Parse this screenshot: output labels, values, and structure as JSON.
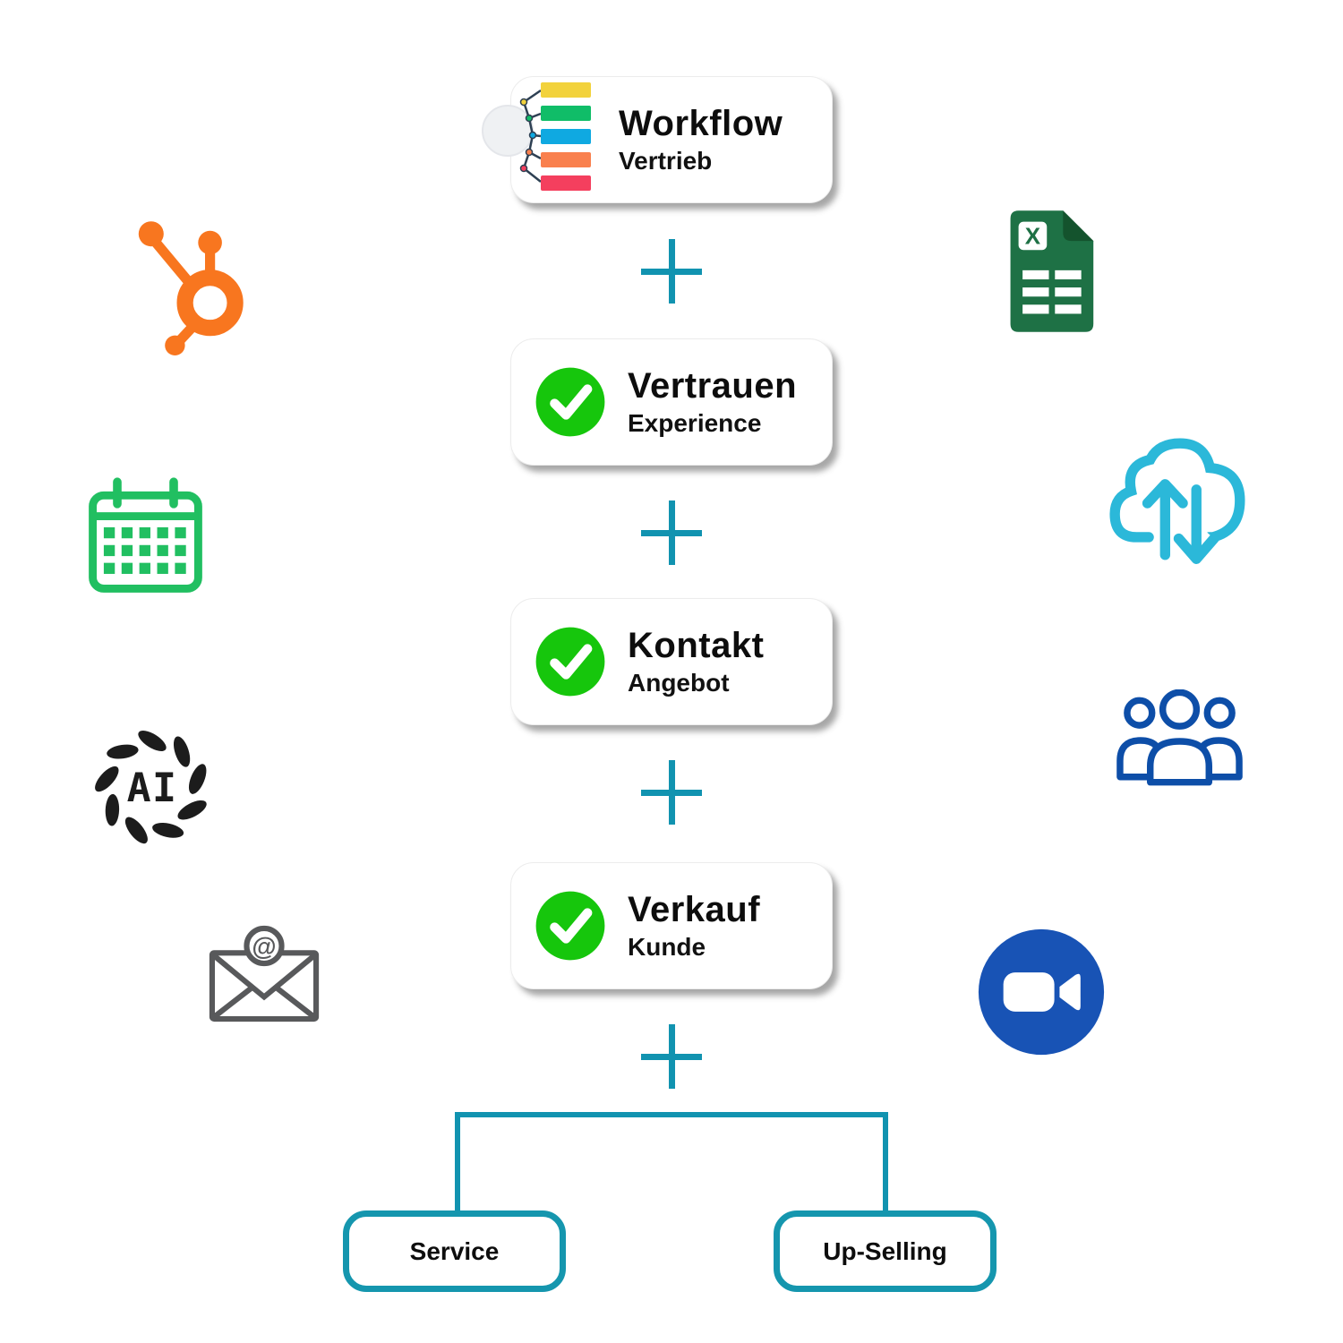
{
  "flow": {
    "cards": [
      {
        "title": "Workflow",
        "subtitle": "Vertrieb",
        "icon": "workflow-mindmap-icon"
      },
      {
        "title": "Vertrauen",
        "subtitle": "Experience",
        "icon": "check-icon"
      },
      {
        "title": "Kontakt",
        "subtitle": "Angebot",
        "icon": "check-icon"
      },
      {
        "title": "Verkauf",
        "subtitle": "Kunde",
        "icon": "check-icon"
      }
    ],
    "connector_symbol": "+",
    "branches": [
      {
        "label": "Service"
      },
      {
        "label": "Up-Selling"
      }
    ]
  },
  "side_icons": {
    "left": [
      {
        "name": "hubspot-icon"
      },
      {
        "name": "calendar-icon"
      },
      {
        "name": "ai-icon",
        "label": "AI"
      },
      {
        "name": "email-at-icon",
        "label": "@"
      }
    ],
    "right": [
      {
        "name": "excel-file-icon",
        "label": "X"
      },
      {
        "name": "cloud-sync-icon"
      },
      {
        "name": "team-icon"
      },
      {
        "name": "zoom-video-icon"
      }
    ]
  },
  "colors": {
    "connector_teal": "#1193b0",
    "branch_border_teal": "#1596ae",
    "check_green": "#16c60c",
    "calendar_green": "#21bf61",
    "excel_green": "#1e7145",
    "excel_fold_green": "#14532d",
    "hubspot_orange": "#f8761f",
    "cloud_cyan": "#2bb8d9",
    "people_blue": "#0d4ea8",
    "zoom_blue": "#1853b5",
    "email_gray": "#58595b",
    "ai_black": "#1c1c1c",
    "workflow_bar_colors": [
      "#f2d23c",
      "#10bd68",
      "#0fa9e1",
      "#f9804e",
      "#f43f5e"
    ]
  }
}
